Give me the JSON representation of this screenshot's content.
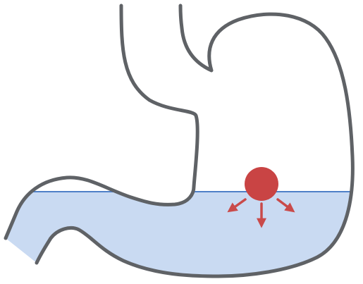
{
  "diagram": {
    "subject": "stomach",
    "elements": [
      "stomach-outline",
      "gastric-fluid",
      "tablet",
      "dispersion-arrows"
    ],
    "colors": {
      "outline": "#5f6266",
      "fluid_fill": "#c9daf2",
      "fluid_line": "#4f80c8",
      "tablet": "#c94444",
      "arrows": "#c94a4a",
      "background": "#ffffff"
    },
    "arrow_count": 3
  }
}
